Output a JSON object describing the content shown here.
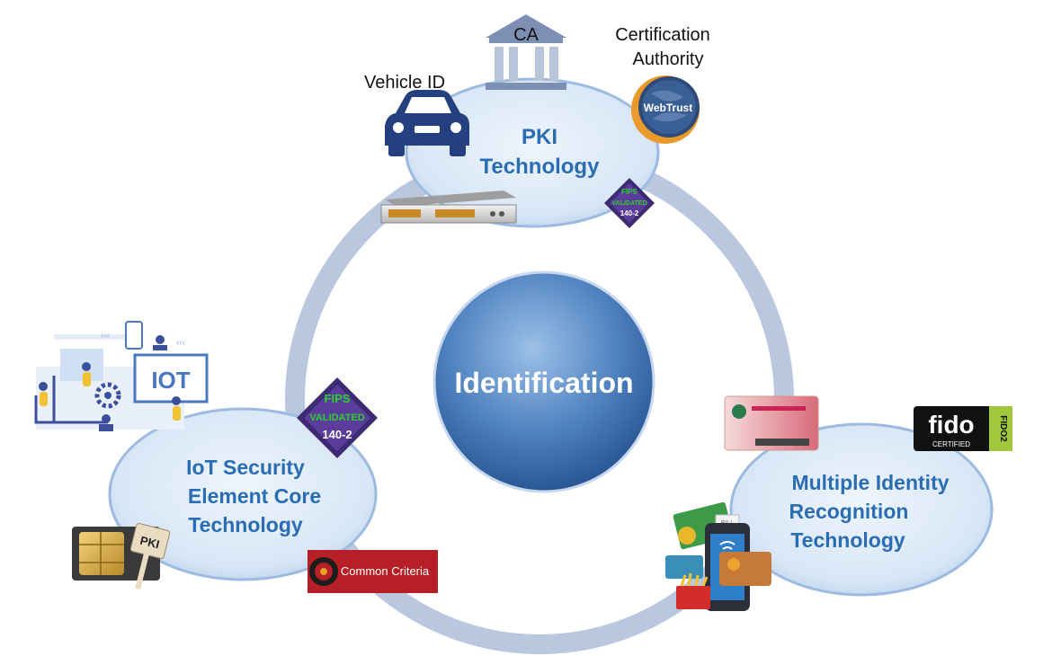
{
  "center": {
    "label": "Identification"
  },
  "nodes": {
    "pki": {
      "line1": "PKI",
      "line2": "Technology"
    },
    "iot": {
      "line1": "IoT Security",
      "line2": "Element Core",
      "line3": "Technology"
    },
    "identity": {
      "line1": "Multiple Identity",
      "line2": "Recognition",
      "line3": "Technology"
    }
  },
  "labels": {
    "vehicle_id": "Vehicle ID",
    "ca": "CA",
    "cert_authority_1": "Certification",
    "cert_authority_2": "Authority",
    "webtrust": "WebTrust",
    "iot_sign": "IOT",
    "pki_card": "PKI",
    "common_criteria": "Common Criteria",
    "fips": {
      "l1": "FIPS",
      "l2": "VALIDATED",
      "l3": "140-2"
    },
    "fido": {
      "brand": "fido",
      "sub": "CERTIFIED",
      "side": "FIDO2"
    },
    "bill": "BILL"
  },
  "colors": {
    "ring": "#b9c8df",
    "node_text": "#2a6db2",
    "center_top": "#8fb5e0",
    "center_bottom": "#2a5c9b",
    "common_criteria_bg": "#b51f25"
  }
}
